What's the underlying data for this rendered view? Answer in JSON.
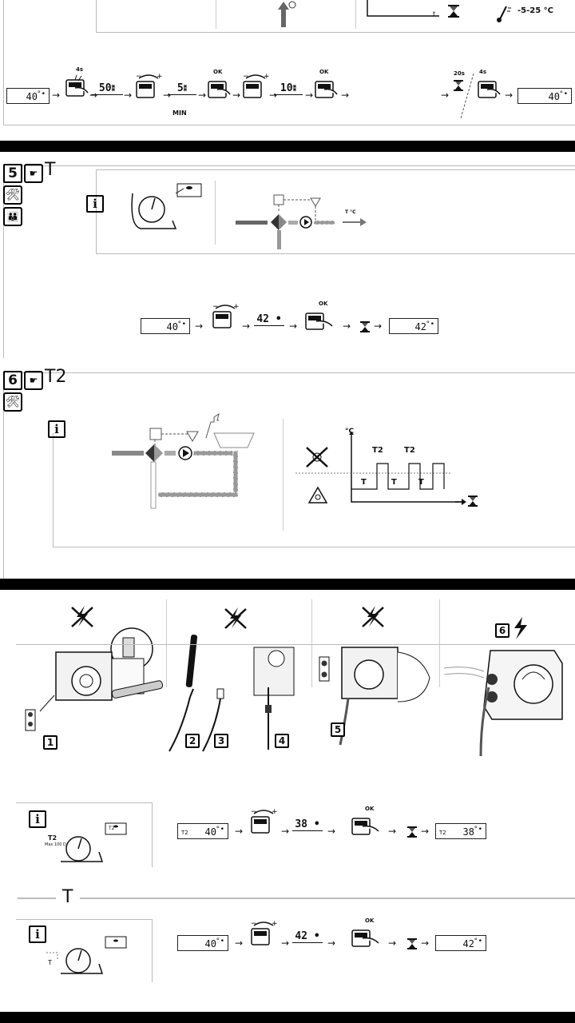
{
  "top": {
    "temp_range": "-5-25 °C",
    "axis_t": "t",
    "seq": {
      "lcd_start": "40",
      "label_4s_a": "4s",
      "flash_1": "50",
      "flash_2": "5",
      "min_label": "MIN",
      "ok_1": "OK",
      "flash_3": "10",
      "ok_2": "OK",
      "label_20s": "20s",
      "label_4s_b": "4s",
      "lcd_end": "40"
    }
  },
  "sec5": {
    "num": "5",
    "title": "T",
    "tc_label": "T °C",
    "seq": {
      "lcd_start": "40",
      "flash": "42",
      "ok": "OK",
      "lcd_end": "42"
    }
  },
  "sec6": {
    "num": "6",
    "title": "T2",
    "graph": {
      "ylabel": "°C",
      "t2a": "T2",
      "t2b": "T2",
      "ta": "T",
      "tb": "T",
      "tc": "T"
    }
  },
  "install": {
    "n1": "1",
    "n2": "2",
    "n3": "3",
    "n4": "4",
    "n5": "5",
    "n6": "6"
  },
  "t2set": {
    "dial_label": "T2",
    "dial_sub": "Max 100 D",
    "lcd_display": "T2",
    "seq": {
      "pre": "T2",
      "lcd_start": "40",
      "flash": "38",
      "ok": "OK",
      "pre_end": "T2",
      "lcd_end": "38"
    }
  },
  "tset": {
    "title": "T",
    "dial_t": "T",
    "seq": {
      "lcd_start": "40",
      "flash": "42",
      "ok": "OK",
      "lcd_end": "42"
    }
  }
}
